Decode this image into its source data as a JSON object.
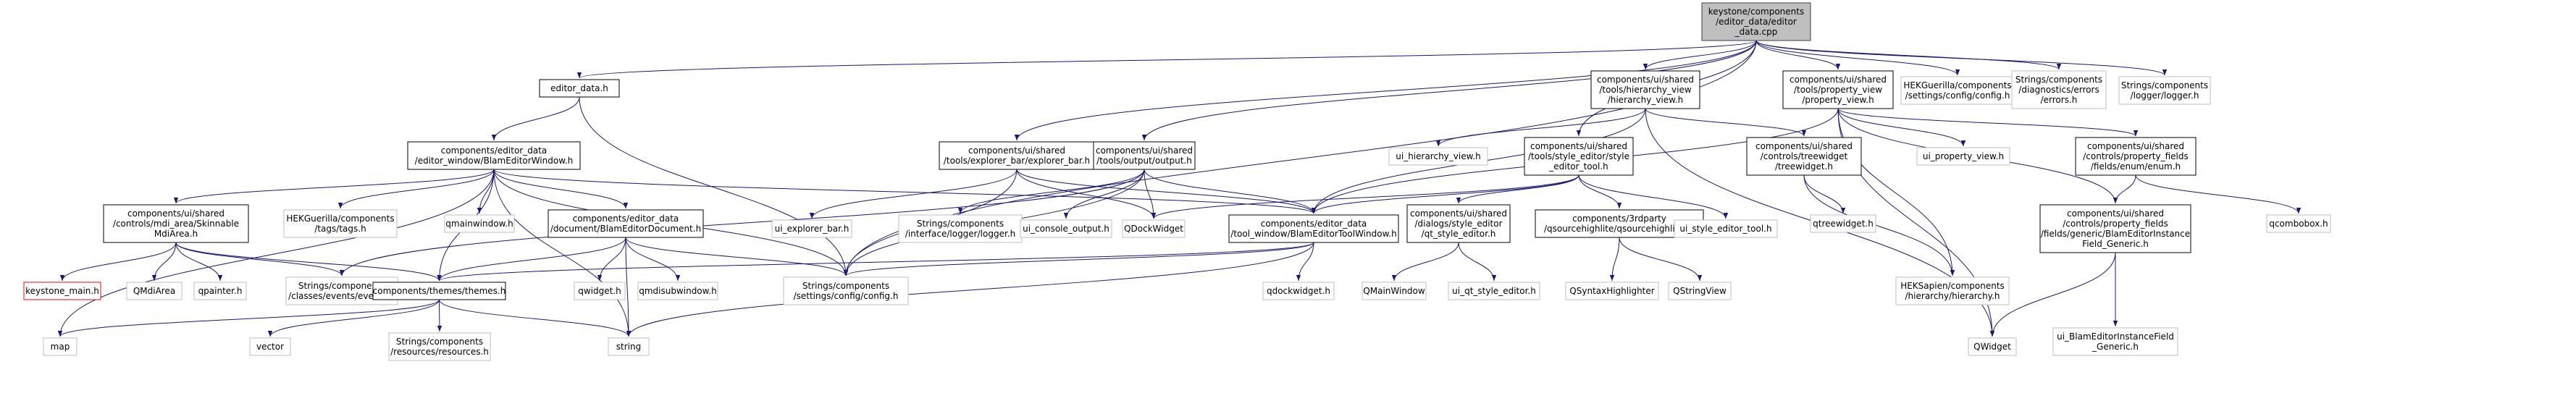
{
  "colors": {
    "edge": "#191970",
    "box_border": "#000000",
    "box_fill": "#ffffff",
    "root_fill": "#bfbfbf",
    "root_border": "#404040",
    "missing_border": "#ff0000"
  },
  "nodes": [
    {
      "id": "root",
      "lines": [
        "keystone/components",
        "/editor_data/editor",
        "_data.cpp"
      ],
      "kind": "root"
    },
    {
      "id": "editor_data_h",
      "lines": [
        "editor_data.h"
      ]
    },
    {
      "id": "blam_editor_window_h",
      "lines": [
        "components/editor_data",
        "/editor_window/BlamEditorWindow.h"
      ]
    },
    {
      "id": "skinnable_mdiarea_h",
      "lines": [
        "components/ui/shared",
        "/controls/mdi_area/Skinnable",
        "MdiArea.h"
      ]
    },
    {
      "id": "keystone_main_h",
      "lines": [
        "keystone_main.h"
      ],
      "kind": "missing"
    },
    {
      "id": "qmdiarea",
      "lines": [
        "QMdiArea"
      ],
      "kind": "plain"
    },
    {
      "id": "qpainter_h",
      "lines": [
        "qpainter.h"
      ],
      "kind": "plain"
    },
    {
      "id": "map",
      "lines": [
        "map"
      ],
      "kind": "plain"
    },
    {
      "id": "vector",
      "lines": [
        "vector"
      ],
      "kind": "plain"
    },
    {
      "id": "hek_tags_h",
      "lines": [
        "HEKGuerilla/components",
        "/tags/tags.h"
      ],
      "kind": "plain"
    },
    {
      "id": "qmainwindow_h",
      "lines": [
        "qmainwindow.h"
      ],
      "kind": "plain"
    },
    {
      "id": "events_h",
      "lines": [
        "Strings/components",
        "/classes/events/events.h"
      ],
      "kind": "plain"
    },
    {
      "id": "themes_h",
      "lines": [
        "components/themes/themes.h"
      ]
    },
    {
      "id": "resources_h",
      "lines": [
        "Strings/components",
        "/resources/resources.h"
      ],
      "kind": "plain"
    },
    {
      "id": "string",
      "lines": [
        "string"
      ],
      "kind": "plain"
    },
    {
      "id": "blam_editor_document_h",
      "lines": [
        "components/editor_data",
        "/document/BlamEditorDocument.h"
      ]
    },
    {
      "id": "qwidget_h",
      "lines": [
        "qwidget.h"
      ],
      "kind": "plain"
    },
    {
      "id": "qmdisubwindow_h",
      "lines": [
        "qmdisubwindow.h"
      ],
      "kind": "plain"
    },
    {
      "id": "config_h",
      "lines": [
        "Strings/components",
        "/settings/config/config.h"
      ],
      "kind": "plain"
    },
    {
      "id": "explorer_bar_h",
      "lines": [
        "components/ui/shared",
        "/tools/explorer_bar/explorer_bar.h"
      ]
    },
    {
      "id": "ui_explorer_bar_h",
      "lines": [
        "ui_explorer_bar.h"
      ],
      "kind": "plain"
    },
    {
      "id": "output_h",
      "lines": [
        "components/ui/shared",
        "/tools/output/output.h"
      ]
    },
    {
      "id": "logger_h_iface",
      "lines": [
        "Strings/components",
        "/interface/logger/logger.h"
      ],
      "kind": "plain"
    },
    {
      "id": "ui_console_output_h",
      "lines": [
        "ui_console_output.h"
      ],
      "kind": "plain"
    },
    {
      "id": "qdockwidget",
      "lines": [
        "QDockWidget"
      ],
      "kind": "plain"
    },
    {
      "id": "tool_window_h",
      "lines": [
        "components/editor_data",
        "/tool_window/BlamEditorToolWindow.h"
      ]
    },
    {
      "id": "qdockwidget_h",
      "lines": [
        "qdockwidget.h"
      ],
      "kind": "plain"
    },
    {
      "id": "hierarchy_view_h",
      "lines": [
        "components/ui/shared",
        "/tools/hierarchy_view",
        "/hierarchy_view.h"
      ]
    },
    {
      "id": "ui_hierarchy_view_h",
      "lines": [
        "ui_hierarchy_view.h"
      ],
      "kind": "plain"
    },
    {
      "id": "style_editor_tool_h",
      "lines": [
        "components/ui/shared",
        "/tools/style_editor/style",
        "_editor_tool.h"
      ]
    },
    {
      "id": "qt_style_editor_h",
      "lines": [
        "components/ui/shared",
        "/dialogs/style_editor",
        "/qt_style_editor.h"
      ]
    },
    {
      "id": "qmainwindow",
      "lines": [
        "QMainWindow"
      ],
      "kind": "plain"
    },
    {
      "id": "ui_qt_style_editor_h",
      "lines": [
        "ui_qt_style_editor.h"
      ],
      "kind": "plain"
    },
    {
      "id": "qsourcehighlighter_h",
      "lines": [
        "components/3rdparty",
        "/qsourcehighlite/qsourcehighliter.h"
      ]
    },
    {
      "id": "qsyntaxhighlighter",
      "lines": [
        "QSyntaxHighlighter"
      ],
      "kind": "plain"
    },
    {
      "id": "qstringview",
      "lines": [
        "QStringView"
      ],
      "kind": "plain"
    },
    {
      "id": "ui_style_editor_tool_h",
      "lines": [
        "ui_style_editor_tool.h"
      ],
      "kind": "plain"
    },
    {
      "id": "property_view_h",
      "lines": [
        "components/ui/shared",
        "/tools/property_view",
        "/property_view.h"
      ]
    },
    {
      "id": "treewidget_h",
      "lines": [
        "components/ui/shared",
        "/controls/treewidget",
        "/treewidget.h"
      ]
    },
    {
      "id": "qtreewidget_h",
      "lines": [
        "qtreewidget.h"
      ],
      "kind": "plain"
    },
    {
      "id": "hek_sapien_hierarchy_h",
      "lines": [
        "HEKSapien/components",
        "/hierarchy/hierarchy.h"
      ],
      "kind": "plain"
    },
    {
      "id": "ui_property_view_h",
      "lines": [
        "ui_property_view.h"
      ],
      "kind": "plain"
    },
    {
      "id": "qwidget",
      "lines": [
        "QWidget"
      ],
      "kind": "plain"
    },
    {
      "id": "enum_h",
      "lines": [
        "components/ui/shared",
        "/controls/property_fields",
        "/fields/enum/enum.h"
      ]
    },
    {
      "id": "qcombobox_h",
      "lines": [
        "qcombobox.h"
      ],
      "kind": "plain"
    },
    {
      "id": "instance_field_generic_h",
      "lines": [
        "components/ui/shared",
        "/controls/property_fields",
        "/fields/generic/BlamEditorInstance",
        "Field_Generic.h"
      ]
    },
    {
      "id": "ui_instance_field_generic_h",
      "lines": [
        "ui_BlamEditorInstanceField",
        "_Generic.h"
      ],
      "kind": "plain"
    },
    {
      "id": "hek_config_h",
      "lines": [
        "HEKGuerilla/components",
        "/settings/config/config.h"
      ],
      "kind": "plain"
    },
    {
      "id": "errors_h",
      "lines": [
        "Strings/components",
        "/diagnostics/errors",
        "/errors.h"
      ],
      "kind": "plain"
    },
    {
      "id": "logger_h_logger",
      "lines": [
        "Strings/components",
        "/logger/logger.h"
      ],
      "kind": "plain"
    }
  ],
  "edges": [
    [
      "root",
      "editor_data_h"
    ],
    [
      "root",
      "config_h"
    ],
    [
      "root",
      "explorer_bar_h"
    ],
    [
      "root",
      "output_h"
    ],
    [
      "root",
      "hierarchy_view_h"
    ],
    [
      "root",
      "style_editor_tool_h"
    ],
    [
      "root",
      "property_view_h"
    ],
    [
      "root",
      "hek_config_h"
    ],
    [
      "root",
      "errors_h"
    ],
    [
      "root",
      "logger_h_logger"
    ],
    [
      "editor_data_h",
      "blam_editor_window_h"
    ],
    [
      "editor_data_h",
      "config_h"
    ],
    [
      "blam_editor_window_h",
      "skinnable_mdiarea_h"
    ],
    [
      "blam_editor_window_h",
      "hek_tags_h"
    ],
    [
      "blam_editor_window_h",
      "qmainwindow_h"
    ],
    [
      "blam_editor_window_h",
      "themes_h"
    ],
    [
      "blam_editor_window_h",
      "blam_editor_document_h"
    ],
    [
      "blam_editor_window_h",
      "config_h"
    ],
    [
      "blam_editor_window_h",
      "tool_window_h"
    ],
    [
      "blam_editor_window_h",
      "map"
    ],
    [
      "blam_editor_window_h",
      "string"
    ],
    [
      "skinnable_mdiarea_h",
      "keystone_main_h"
    ],
    [
      "skinnable_mdiarea_h",
      "qmdiarea"
    ],
    [
      "skinnable_mdiarea_h",
      "qpainter_h"
    ],
    [
      "skinnable_mdiarea_h",
      "events_h"
    ],
    [
      "skinnable_mdiarea_h",
      "themes_h"
    ],
    [
      "themes_h",
      "map"
    ],
    [
      "themes_h",
      "vector"
    ],
    [
      "themes_h",
      "resources_h"
    ],
    [
      "themes_h",
      "string"
    ],
    [
      "blam_editor_document_h",
      "themes_h"
    ],
    [
      "blam_editor_document_h",
      "qwidget_h"
    ],
    [
      "blam_editor_document_h",
      "qmdisubwindow_h"
    ],
    [
      "blam_editor_document_h",
      "config_h"
    ],
    [
      "blam_editor_document_h",
      "string"
    ],
    [
      "explorer_bar_h",
      "ui_explorer_bar_h"
    ],
    [
      "explorer_bar_h",
      "qdockwidget"
    ],
    [
      "explorer_bar_h",
      "tool_window_h"
    ],
    [
      "explorer_bar_h",
      "config_h"
    ],
    [
      "output_h",
      "logger_h_iface"
    ],
    [
      "output_h",
      "ui_console_output_h"
    ],
    [
      "output_h",
      "qdockwidget"
    ],
    [
      "output_h",
      "tool_window_h"
    ],
    [
      "output_h",
      "events_h"
    ],
    [
      "output_h",
      "config_h"
    ],
    [
      "tool_window_h",
      "qdockwidget_h"
    ],
    [
      "tool_window_h",
      "config_h"
    ],
    [
      "tool_window_h",
      "themes_h"
    ],
    [
      "tool_window_h",
      "string"
    ],
    [
      "hierarchy_view_h",
      "ui_hierarchy_view_h"
    ],
    [
      "hierarchy_view_h",
      "tool_window_h"
    ],
    [
      "hierarchy_view_h",
      "treewidget_h"
    ],
    [
      "hierarchy_view_h",
      "qwidget"
    ],
    [
      "style_editor_tool_h",
      "qdockwidget"
    ],
    [
      "style_editor_tool_h",
      "tool_window_h"
    ],
    [
      "style_editor_tool_h",
      "qt_style_editor_h"
    ],
    [
      "style_editor_tool_h",
      "qsourcehighlighter_h"
    ],
    [
      "style_editor_tool_h",
      "ui_style_editor_tool_h"
    ],
    [
      "qt_style_editor_h",
      "qmainwindow"
    ],
    [
      "qt_style_editor_h",
      "ui_qt_style_editor_h"
    ],
    [
      "qsourcehighlighter_h",
      "qsyntaxhighlighter"
    ],
    [
      "qsourcehighlighter_h",
      "qstringview"
    ],
    [
      "property_view_h",
      "tool_window_h"
    ],
    [
      "property_view_h",
      "ui_property_view_h"
    ],
    [
      "property_view_h",
      "qwidget"
    ],
    [
      "property_view_h",
      "hek_sapien_hierarchy_h"
    ],
    [
      "property_view_h",
      "enum_h"
    ],
    [
      "property_view_h",
      "instance_field_generic_h"
    ],
    [
      "treewidget_h",
      "qtreewidget_h"
    ],
    [
      "treewidget_h",
      "hek_sapien_hierarchy_h"
    ],
    [
      "enum_h",
      "qcombobox_h"
    ],
    [
      "enum_h",
      "instance_field_generic_h"
    ],
    [
      "instance_field_generic_h",
      "qwidget"
    ],
    [
      "instance_field_generic_h",
      "ui_instance_field_generic_h"
    ]
  ]
}
